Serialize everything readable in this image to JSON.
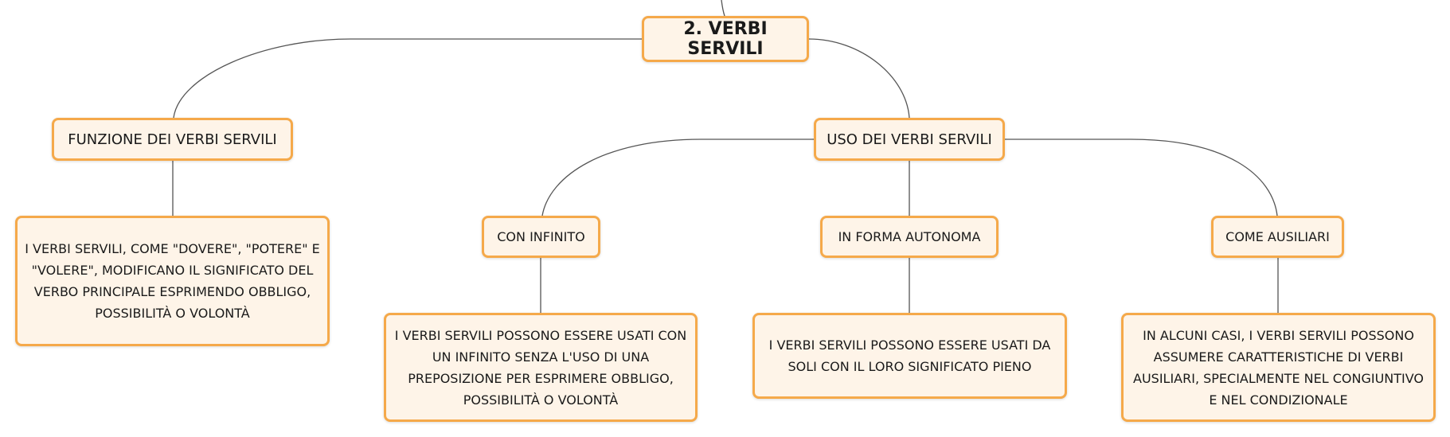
{
  "map": {
    "root": "2. VERBI SERVILI",
    "funzione": {
      "label": "FUNZIONE DEI VERBI SERVILI",
      "desc": "I VERBI SERVILI, COME \"DOVERE\", \"POTERE\" E \"VOLERE\", MODIFICANO IL SIGNIFICATO DEL VERBO PRINCIPALE ESPRIMENDO OBBLIGO, POSSIBILITÀ O VOLONTÀ"
    },
    "uso": {
      "label": "USO DEI VERBI SERVILI",
      "branches": [
        {
          "label": "CON INFINITO",
          "desc": "I VERBI SERVILI POSSONO ESSERE USATI CON UN INFINITO SENZA L'USO DI UNA PREPOSIZIONE PER ESPRIMERE OBBLIGO, POSSIBILITÀ O VOLONTÀ"
        },
        {
          "label": "IN FORMA AUTONOMA",
          "desc": "I VERBI SERVILI POSSONO ESSERE USATI DA SOLI CON IL LORO SIGNIFICATO PIENO"
        },
        {
          "label": "COME AUSILIARI",
          "desc": "IN ALCUNI CASI, I VERBI SERVILI POSSONO ASSUMERE CARATTERISTICHE DI VERBI AUSILIARI, SPECIALMENTE NEL CONGIUNTIVO E NEL CONDIZIONALE"
        }
      ]
    }
  },
  "colors": {
    "node_fill": "#fef4e8",
    "node_border": "#f5a94a",
    "connector": "#555555"
  }
}
